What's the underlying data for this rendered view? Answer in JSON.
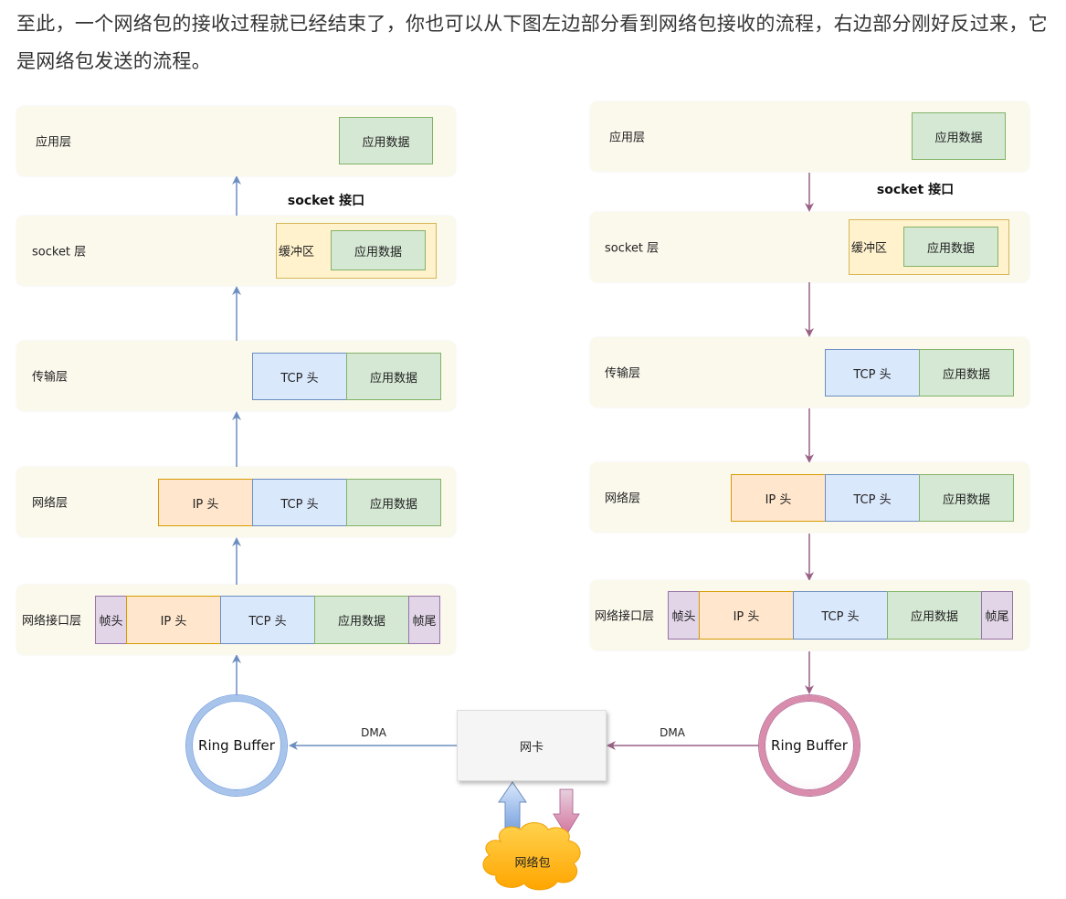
{
  "intro_text": "至此，一个网络包的接收过程就已经结束了，你也可以从下图左边部分看到网络包接收的流程，右边部分刚好反过来，它是网络包发送的流程。",
  "colors": {
    "receive_arrow": "#6c8ebf",
    "send_arrow": "#996185",
    "layer_bg": "#fbf8ec"
  },
  "receive": {
    "app_layer": "应用层",
    "app_data": "应用数据",
    "socket_title": "socket 接口",
    "socket_layer": "socket 层",
    "buffer": "缓冲区",
    "socket_data": "应用数据",
    "transport_layer": "传输层",
    "transport_tcp": "TCP 头",
    "transport_data": "应用数据",
    "network_layer": "网络层",
    "network_ip": "IP 头",
    "network_tcp": "TCP 头",
    "network_data": "应用数据",
    "link_layer": "网络接口层",
    "link_frame_head": "帧头",
    "link_ip": "IP 头",
    "link_tcp": "TCP 头",
    "link_data": "应用数据",
    "link_frame_tail": "帧尾",
    "ring_buffer": "Ring Buffer",
    "dma": "DMA"
  },
  "send": {
    "app_layer": "应用层",
    "app_data": "应用数据",
    "socket_title": "socket 接口",
    "socket_layer": "socket 层",
    "buffer": "缓冲区",
    "socket_data": "应用数据",
    "transport_layer": "传输层",
    "transport_tcp": "TCP 头",
    "transport_data": "应用数据",
    "network_layer": "网络层",
    "network_ip": "IP 头",
    "network_tcp": "TCP 头",
    "network_data": "应用数据",
    "link_layer": "网络接口层",
    "link_frame_head": "帧头",
    "link_ip": "IP 头",
    "link_tcp": "TCP 头",
    "link_data": "应用数据",
    "link_frame_tail": "帧尾",
    "ring_buffer": "Ring Buffer",
    "dma": "DMA"
  },
  "nic": "网卡",
  "packet": "网络包"
}
